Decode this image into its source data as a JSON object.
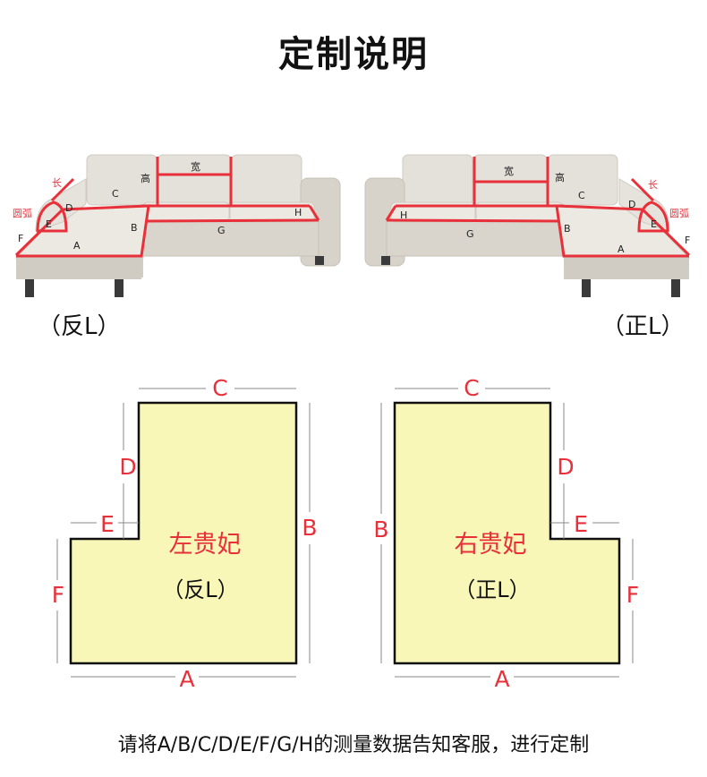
{
  "title": "定制说明",
  "sofa_left": {
    "caption": "（反L）",
    "labels": {
      "chang": "长",
      "yuanhu": "圆弧",
      "gao": "高",
      "kuan": "宽",
      "A": "A",
      "B": "B",
      "C": "C",
      "D": "D",
      "E": "E",
      "F": "F",
      "G": "G",
      "H": "H"
    }
  },
  "sofa_right": {
    "caption": "（正L）",
    "labels": {
      "chang": "长",
      "yuanhu": "圆弧",
      "gao": "高",
      "kuan": "宽",
      "A": "A",
      "B": "B",
      "C": "C",
      "D": "D",
      "E": "E",
      "F": "F",
      "G": "G",
      "H": "H"
    }
  },
  "shape_left": {
    "name": "左贵妃",
    "sub": "（反L）",
    "labels": {
      "A": "A",
      "B": "B",
      "C": "C",
      "D": "D",
      "E": "E",
      "F": "F"
    }
  },
  "shape_right": {
    "name": "右贵妃",
    "sub": "（正L）",
    "labels": {
      "A": "A",
      "B": "B",
      "C": "C",
      "D": "D",
      "E": "E",
      "F": "F"
    }
  },
  "colors": {
    "accent": "#e8303a",
    "fill": "#f9f7b8",
    "outline": "#111111",
    "sofa": "#dedbd3"
  },
  "footer": "请将A/B/C/D/E/F/G/H的测量数据告知客服，进行定制"
}
